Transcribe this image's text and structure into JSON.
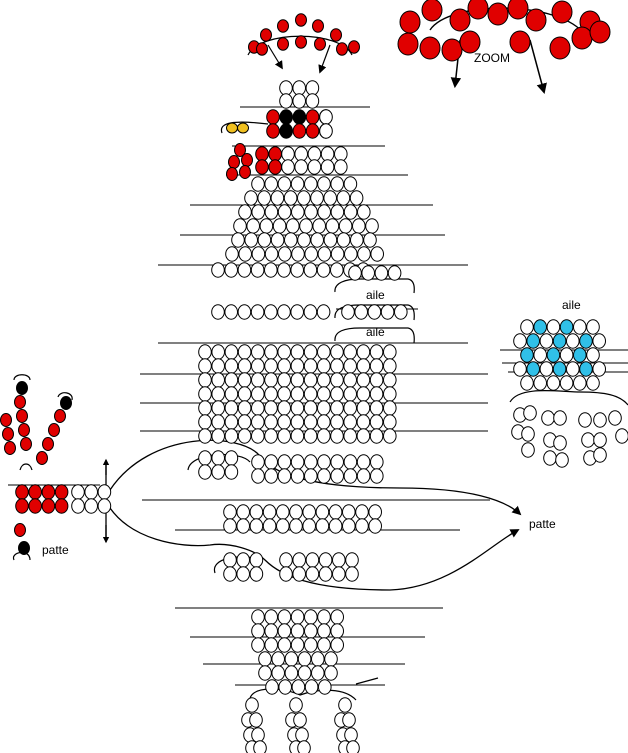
{
  "labels": {
    "zoom": "ZOOM",
    "aile_top": "aile",
    "aile_bottom": "aile",
    "aile_side": "aile",
    "patte_left": "patte",
    "patte_right": "patte"
  },
  "colors": {
    "bead_outline": "#000000",
    "bead_white": "#ffffff",
    "bead_red": "#e00000",
    "bead_black": "#000000",
    "bead_yellow": "#f0c020",
    "bead_blue": "#30c0e8",
    "thread": "#000000"
  },
  "icons": {
    "arrow": "arrow-head-icon",
    "double_arrow": "double-arrow-icon"
  }
}
